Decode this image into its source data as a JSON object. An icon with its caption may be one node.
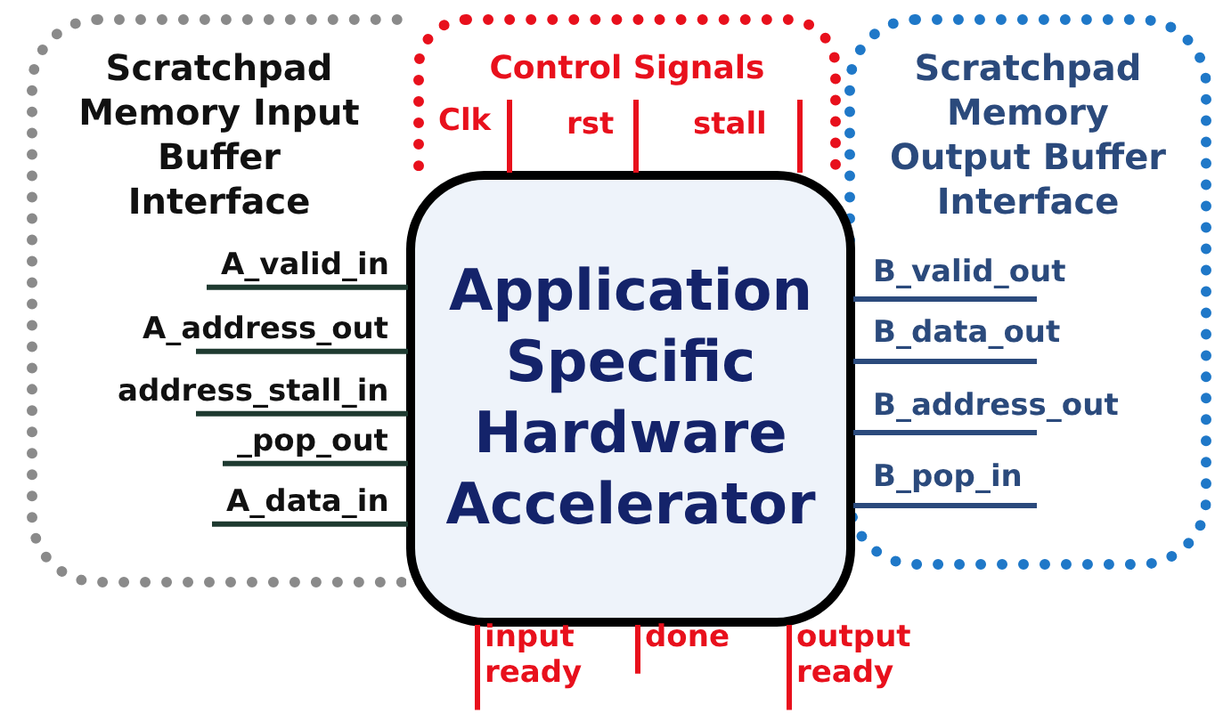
{
  "diagram": {
    "nodes": [
      {
        "text": [
          "Scratchpad Memory Input Buffer Interface"
        ]
      },
      {
        "text": [
          "Control Signals"
        ]
      },
      {
        "text": [
          "Scratchpad Memory Output Buffer Interface"
        ]
      },
      {
        "text": [
          "Application Specific Hardware Accelerator"
        ]
      },
      {
        "text": [
          "Clk"
        ],
        "in": 1
      },
      {
        "text": [
          "rst"
        ],
        "in": 1
      },
      {
        "text": [
          "stall"
        ],
        "in": 1
      },
      {
        "text": [
          "A_valid_in"
        ],
        "in": 0
      },
      {
        "text": [
          "B_valid_out"
        ],
        "in": 2
      },
      {
        "text": [
          "A_address_out"
        ],
        "in": 0
      },
      {
        "text": [
          "B_data_out"
        ],
        "in": 2
      },
      {
        "text": [
          "address_stall_in"
        ],
        "in": 0
      },
      {
        "text": [
          "B_address_out"
        ],
        "in": 2
      },
      {
        "text": [
          "_pop_out"
        ],
        "in": 0
      },
      {
        "text": [
          "B_pop_in"
        ],
        "in": 2
      },
      {
        "text": [
          "A_data_in"
        ],
        "in": 0
      },
      {
        "text": [
          "input ready"
        ]
      },
      {
        "text": [
          "done"
        ]
      },
      {
        "text": [
          "output ready"
        ]
      }
    ],
    "edges": [
      {
        "from": 4,
        "to": 3,
        "arrow": "none"
      },
      {
        "from": 5,
        "to": 3,
        "arrow": "none"
      },
      {
        "from": 6,
        "to": 3,
        "arrow": "none"
      },
      {
        "from": 7,
        "to": 3,
        "arrow": "none",
        "color": "#1e3a30"
      },
      {
        "from": 8,
        "to": 3,
        "arrow": "none",
        "color": "#2b4a7c"
      },
      {
        "from": 9,
        "to": 3,
        "arrow": "none",
        "color": "#1e3a30"
      },
      {
        "from": 10,
        "to": 3,
        "arrow": "none",
        "color": "#2b4a7c"
      },
      {
        "from": 11,
        "to": 3,
        "arrow": "none",
        "color": "#1e3a30"
      },
      {
        "from": 12,
        "to": 3,
        "arrow": "none",
        "color": "#2b4a7c"
      },
      {
        "from": 13,
        "to": 3,
        "arrow": "none",
        "color": "#1e3a30"
      },
      {
        "from": 14,
        "to": 3,
        "arrow": "none",
        "color": "#2b4a7c"
      },
      {
        "from": 15,
        "to": 3,
        "arrow": "none",
        "color": "#1e3a30"
      },
      {
        "from": 16,
        "to": 3,
        "arrow": "none"
      },
      {
        "from": 17,
        "to": 3,
        "arrow": "none"
      },
      {
        "from": 18,
        "to": 3,
        "arrow": "none"
      }
    ]
  }
}
